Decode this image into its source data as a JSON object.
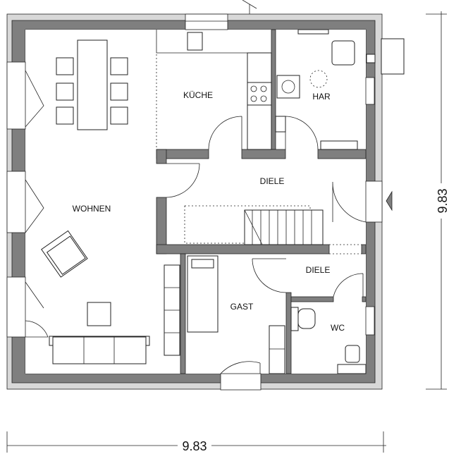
{
  "plan": {
    "rooms": {
      "kitchen": "KÜCHE",
      "utility": "HAR",
      "hall": "DIELE",
      "living": "WOHNEN",
      "guest": "GAST",
      "hall2": "DIELE",
      "wc": "WC"
    },
    "dimensions": {
      "width": "9.83",
      "depth": "9.83"
    },
    "colors": {
      "wall": "#7f7f7f",
      "outer_layer": "#d8d8d8"
    }
  }
}
